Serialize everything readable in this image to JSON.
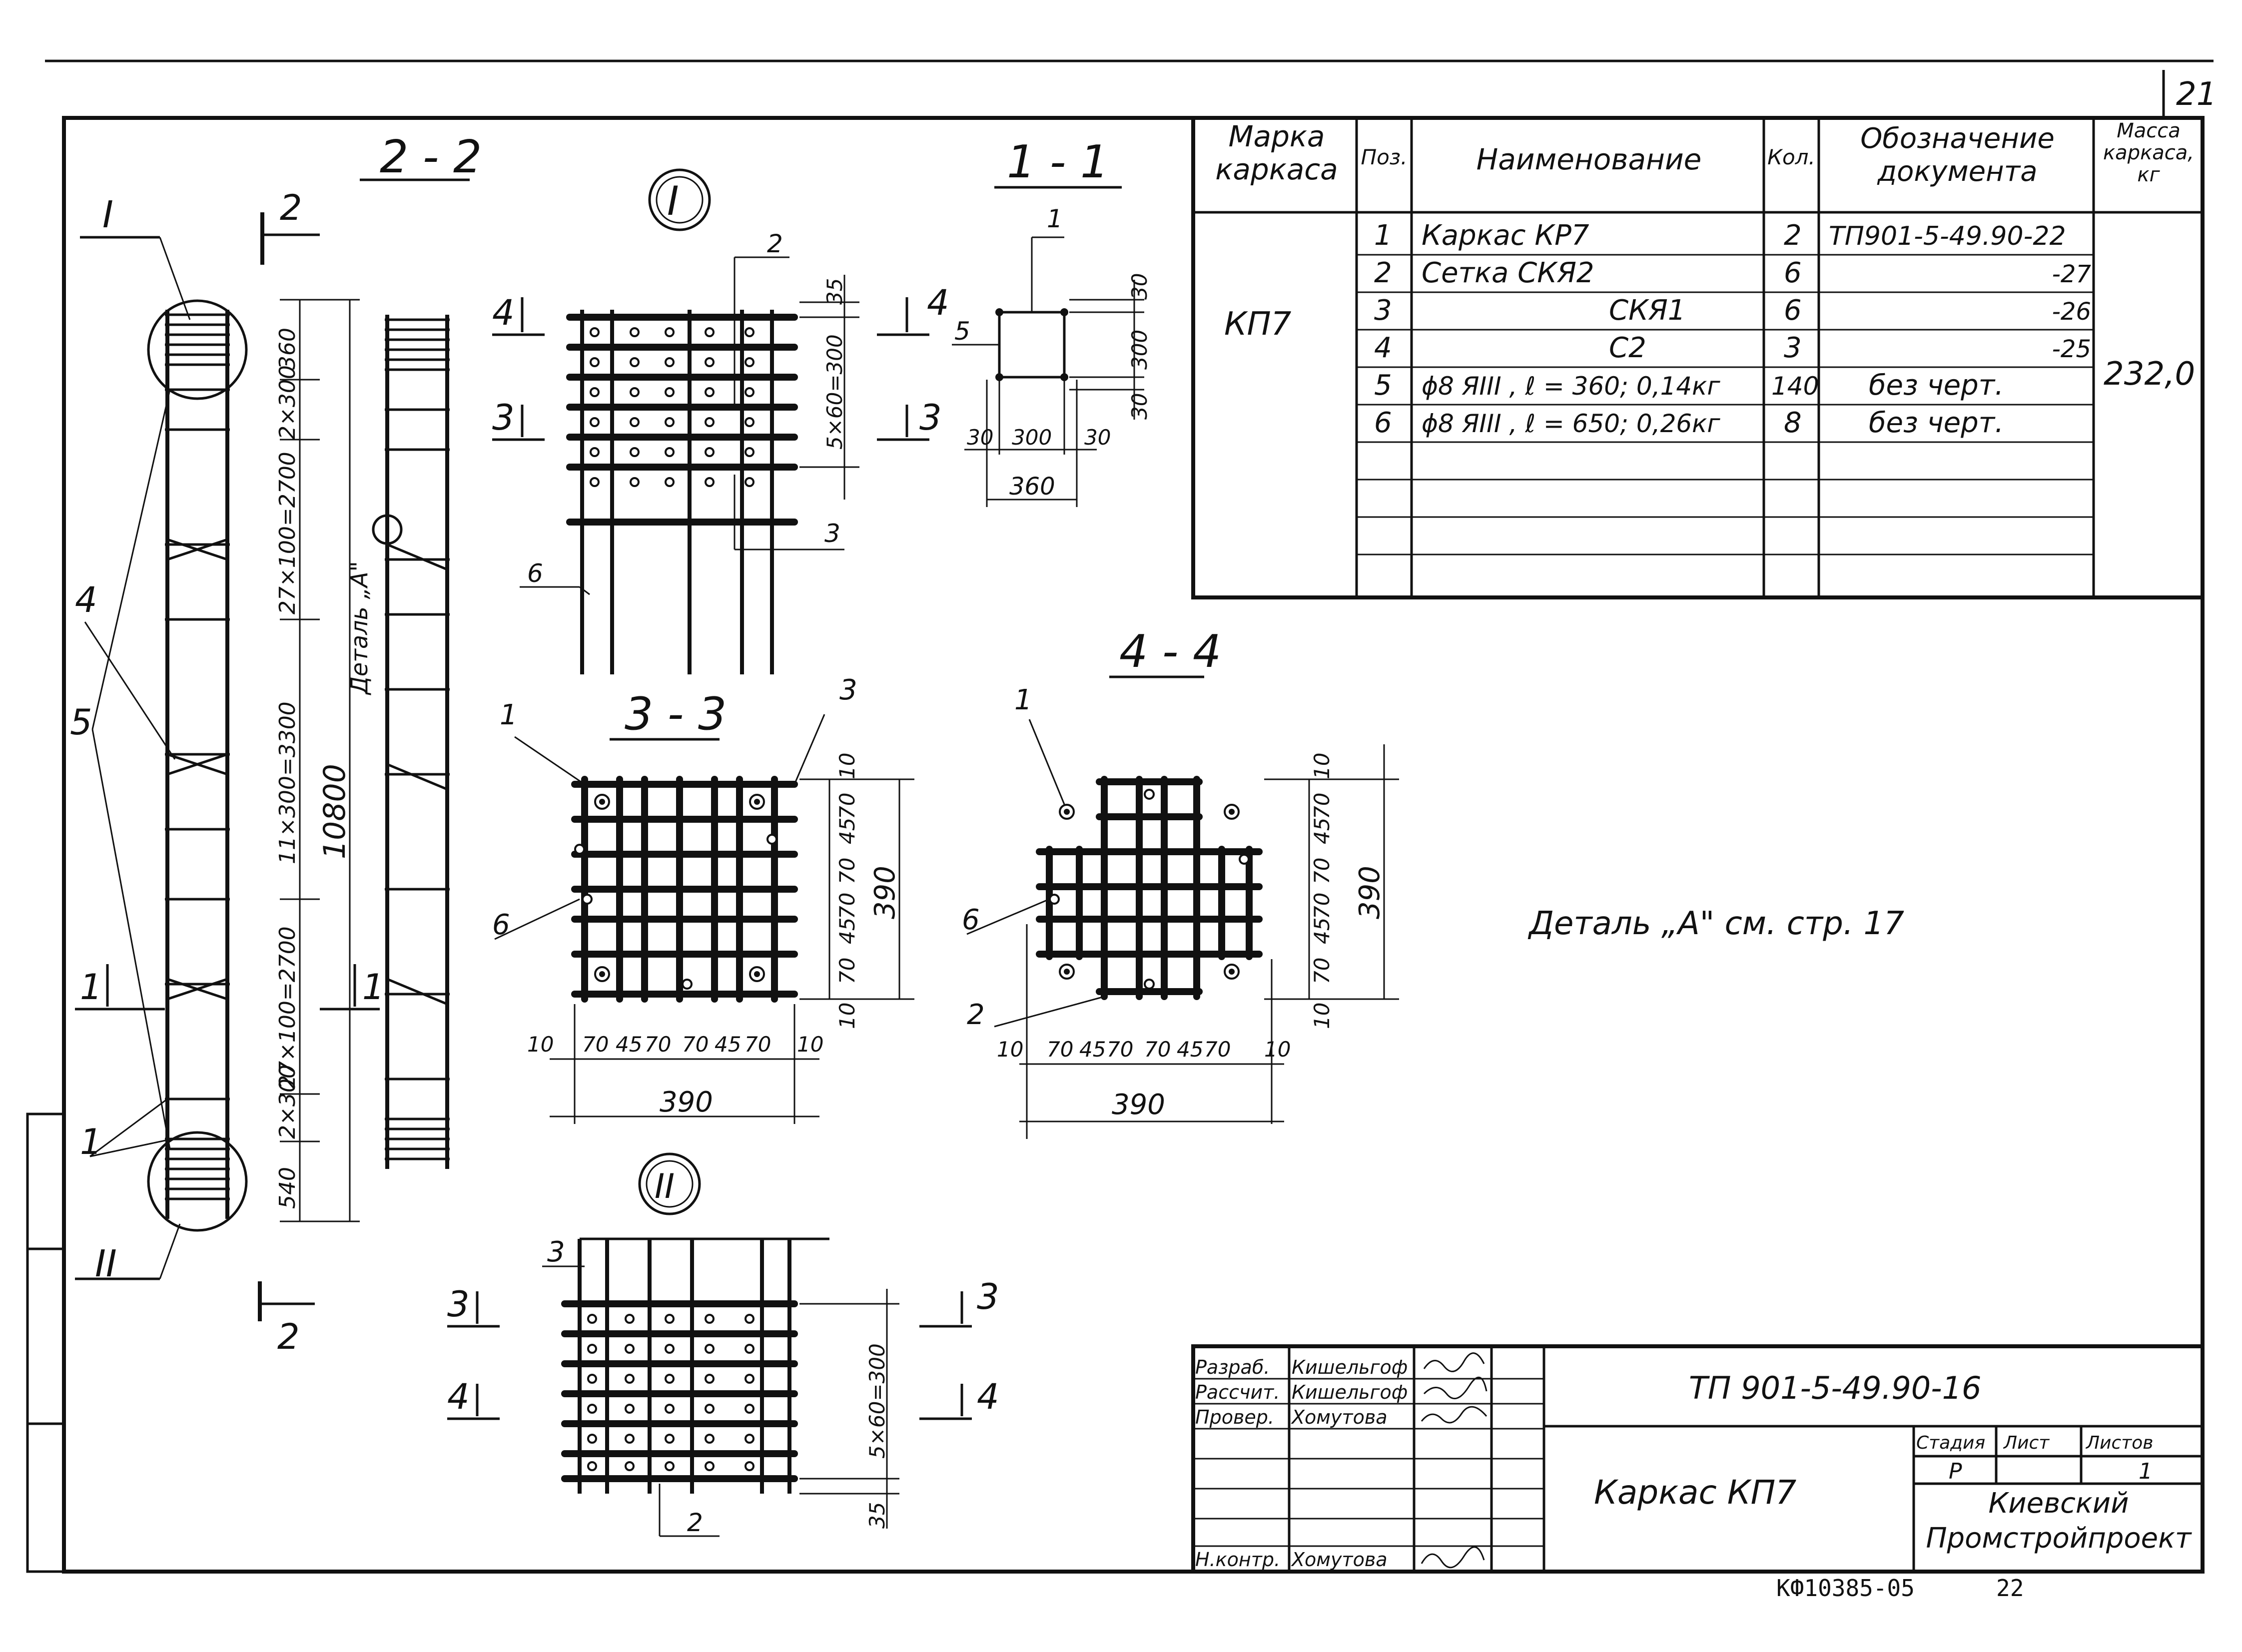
{
  "sheet": {
    "number": "21",
    "archive_code": "КФ10385-05",
    "archive_page": "22"
  },
  "views": {
    "section_2_2": "2 - 2",
    "section_1_1": "1 - 1",
    "section_3_3": "3 - 3",
    "section_4_4": "4 - 4",
    "node_I": "I",
    "node_II": "II",
    "detail_note": "Деталь „А\" см. стр. 17",
    "detail_label": "Деталь „А\""
  },
  "elevation_dims": {
    "d1": "360",
    "d2": "2×300",
    "d3": "27×100=2700",
    "d4": "11×300=3300",
    "d5": "27×100=2700",
    "d6": "2×300",
    "d7": "540",
    "total": "10800"
  },
  "markers": {
    "sec2": "2",
    "sec1": "1",
    "sec3": "3",
    "sec4": "4",
    "roman1": "I",
    "roman2": "II",
    "pos1": "1",
    "pos2": "2",
    "pos3": "3",
    "pos4": "4",
    "pos5": "5",
    "pos6": "6"
  },
  "node_dims": {
    "top": "35",
    "pitch": "5×60=300",
    "bottom": "35"
  },
  "sec11_dims": {
    "a": "30",
    "b": "300",
    "c": "30",
    "total": "360"
  },
  "sec33_dims": {
    "x": [
      "10",
      "70",
      "45",
      "70",
      "70",
      "45",
      "70",
      "10"
    ],
    "x_total": "390",
    "y": [
      "10",
      "70",
      "45",
      "70",
      "70",
      "45",
      "70",
      "10"
    ],
    "y_total": "390"
  },
  "spec_table": {
    "headers": [
      "Марка каркаса",
      "Поз.",
      "Наименование",
      "Кол.",
      "Обозначение документа",
      "Масса каркаса, кг"
    ],
    "mark": "КП7",
    "mass": "232,0",
    "rows": [
      {
        "pos": "1",
        "name": "Каркас    КР7",
        "qty": "2",
        "doc": "ТП901-5-49.90-22"
      },
      {
        "pos": "2",
        "name": "Сетка    СКЯ2",
        "qty": "6",
        "doc": "-27"
      },
      {
        "pos": "3",
        "name": "СКЯ1",
        "qty": "6",
        "doc": "-26"
      },
      {
        "pos": "4",
        "name": "С2",
        "qty": "3",
        "doc": "-25"
      },
      {
        "pos": "5",
        "name": "ϕ8 ЯIII ,  ℓ = 360; 0,14кг",
        "qty": "140",
        "doc": "без  черт."
      },
      {
        "pos": "6",
        "name": "ϕ8 ЯIII ,  ℓ = 650; 0,26кг",
        "qty": "8",
        "doc": "без  черт."
      }
    ]
  },
  "title_block": {
    "roles": [
      "Разраб.",
      "Рассчит.",
      "Провер.",
      "",
      "",
      "",
      "Н.контр."
    ],
    "names": [
      "Кишельгоф",
      "Кишельгоф",
      "Хомутова",
      "",
      "",
      "",
      "Хомутова"
    ],
    "doc_code": "ТП 901-5-49.90-16",
    "title": "Каркас    КП7",
    "stage_label": "Стадия",
    "sheet_label": "Лист",
    "sheets_label": "Листов",
    "stage": "Р",
    "sheet": "",
    "sheets": "1",
    "org": "Киевский Промстройпроект"
  }
}
